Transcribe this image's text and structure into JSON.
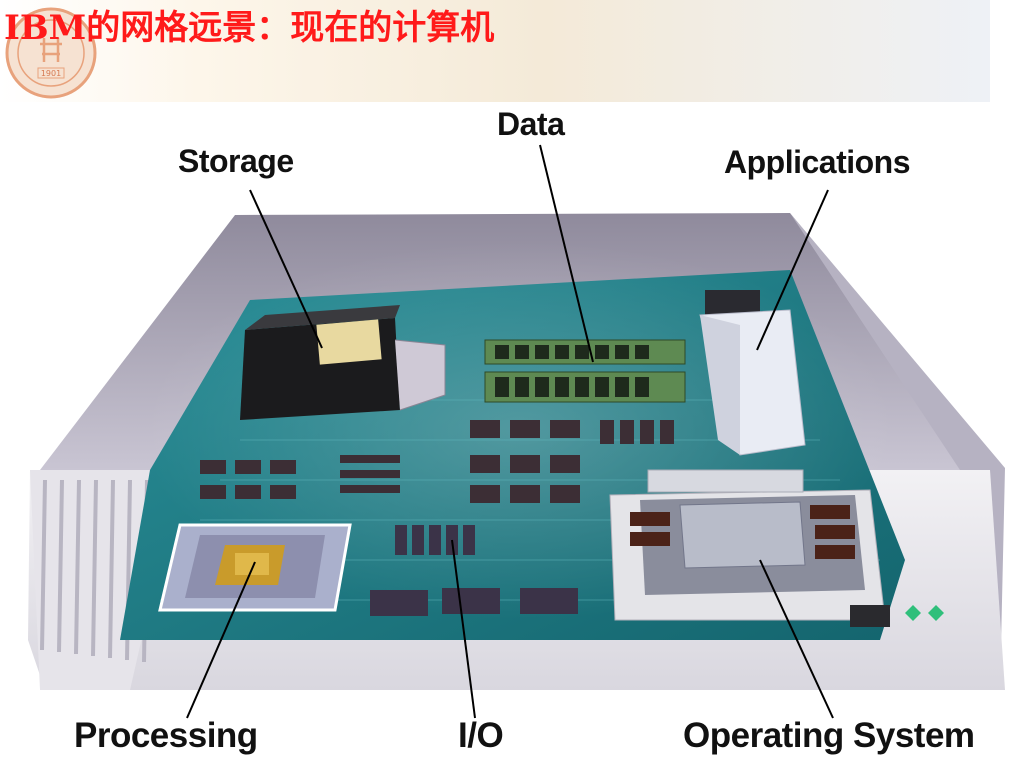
{
  "slide": {
    "title_prefix": "IBM",
    "title_rest": "的网格远景：现在的计算机",
    "logo_year": "1901"
  },
  "diagram": {
    "labels": {
      "storage": "Storage",
      "data": "Data",
      "applications": "Applications",
      "processing": "Processing",
      "io": "I/O",
      "operating_system": "Operating System"
    }
  },
  "colors": {
    "title": "#ff1a1a",
    "board": "#1f7f87",
    "case": "#c9c7d2"
  }
}
